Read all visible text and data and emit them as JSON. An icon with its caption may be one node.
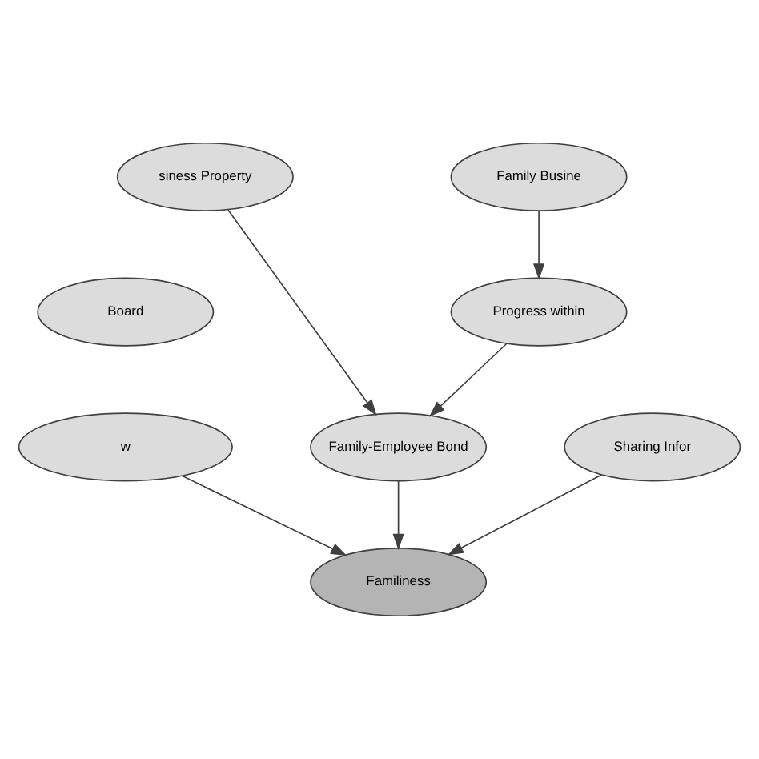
{
  "diagram": {
    "nodes": [
      {
        "text": [
          "siness Property"
        ]
      },
      {
        "text": [
          "Family Busine"
        ]
      },
      {
        "text": [
          "Board"
        ]
      },
      {
        "text": [
          "Progress within"
        ]
      },
      {
        "text": [
          "Family-Employee Bond"
        ]
      },
      {
        "text": [
          "w"
        ]
      },
      {
        "text": [
          "Sharing Infor"
        ]
      },
      {
        "text": [
          "Familiness"
        ]
      }
    ],
    "edges": [
      {
        "from": 0,
        "to": 4,
        "arrow": "to"
      },
      {
        "from": 1,
        "to": 3,
        "arrow": "to"
      },
      {
        "from": 3,
        "to": 4,
        "arrow": "to"
      },
      {
        "from": 4,
        "to": 7,
        "arrow": "to"
      },
      {
        "from": 5,
        "to": 7,
        "arrow": "to"
      },
      {
        "from": 6,
        "to": 7,
        "arrow": "to"
      }
    ]
  }
}
